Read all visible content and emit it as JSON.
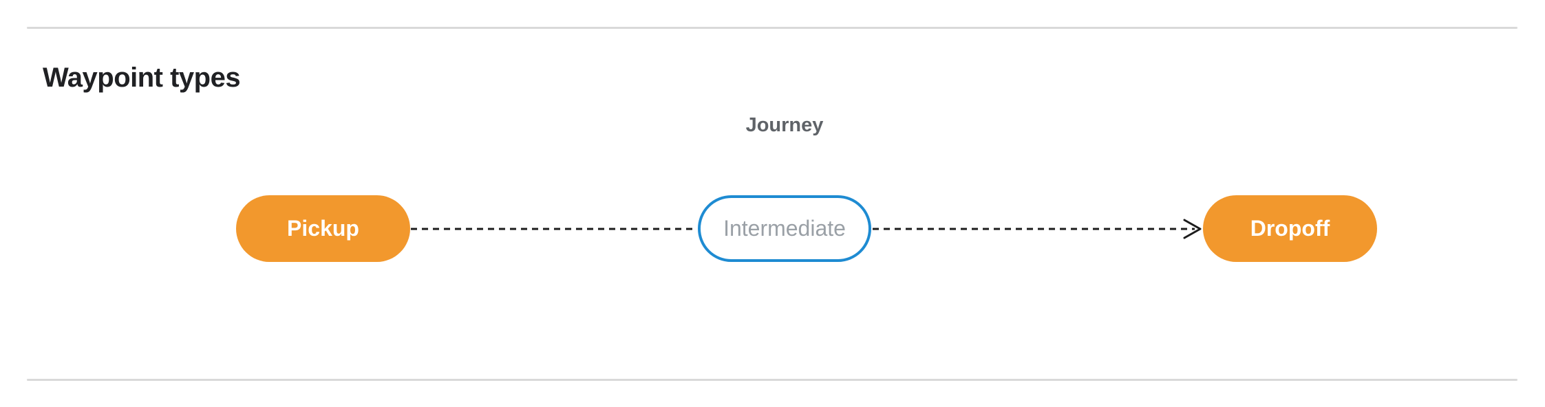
{
  "section": {
    "title": "Waypoint types"
  },
  "diagram": {
    "title": "Journey",
    "nodes": [
      {
        "id": "pickup",
        "label": "Pickup",
        "type": "terminal"
      },
      {
        "id": "intermediate",
        "label": "Intermediate",
        "type": "intermediate"
      },
      {
        "id": "dropoff",
        "label": "Dropoff",
        "type": "terminal"
      }
    ],
    "edges": [
      {
        "from": "pickup",
        "to": "intermediate",
        "style": "dashed",
        "arrow": false
      },
      {
        "from": "intermediate",
        "to": "dropoff",
        "style": "dashed",
        "arrow": true
      }
    ],
    "colors": {
      "terminal_fill": "#f2982d",
      "terminal_text": "#ffffff",
      "intermediate_border": "#1e8bd2",
      "intermediate_fill": "#ffffff",
      "intermediate_text": "#9aa0a6",
      "connector": "#1c1c1c",
      "journey_label": "#5f6368",
      "heading": "#202124",
      "divider": "#d9d9d9"
    }
  }
}
